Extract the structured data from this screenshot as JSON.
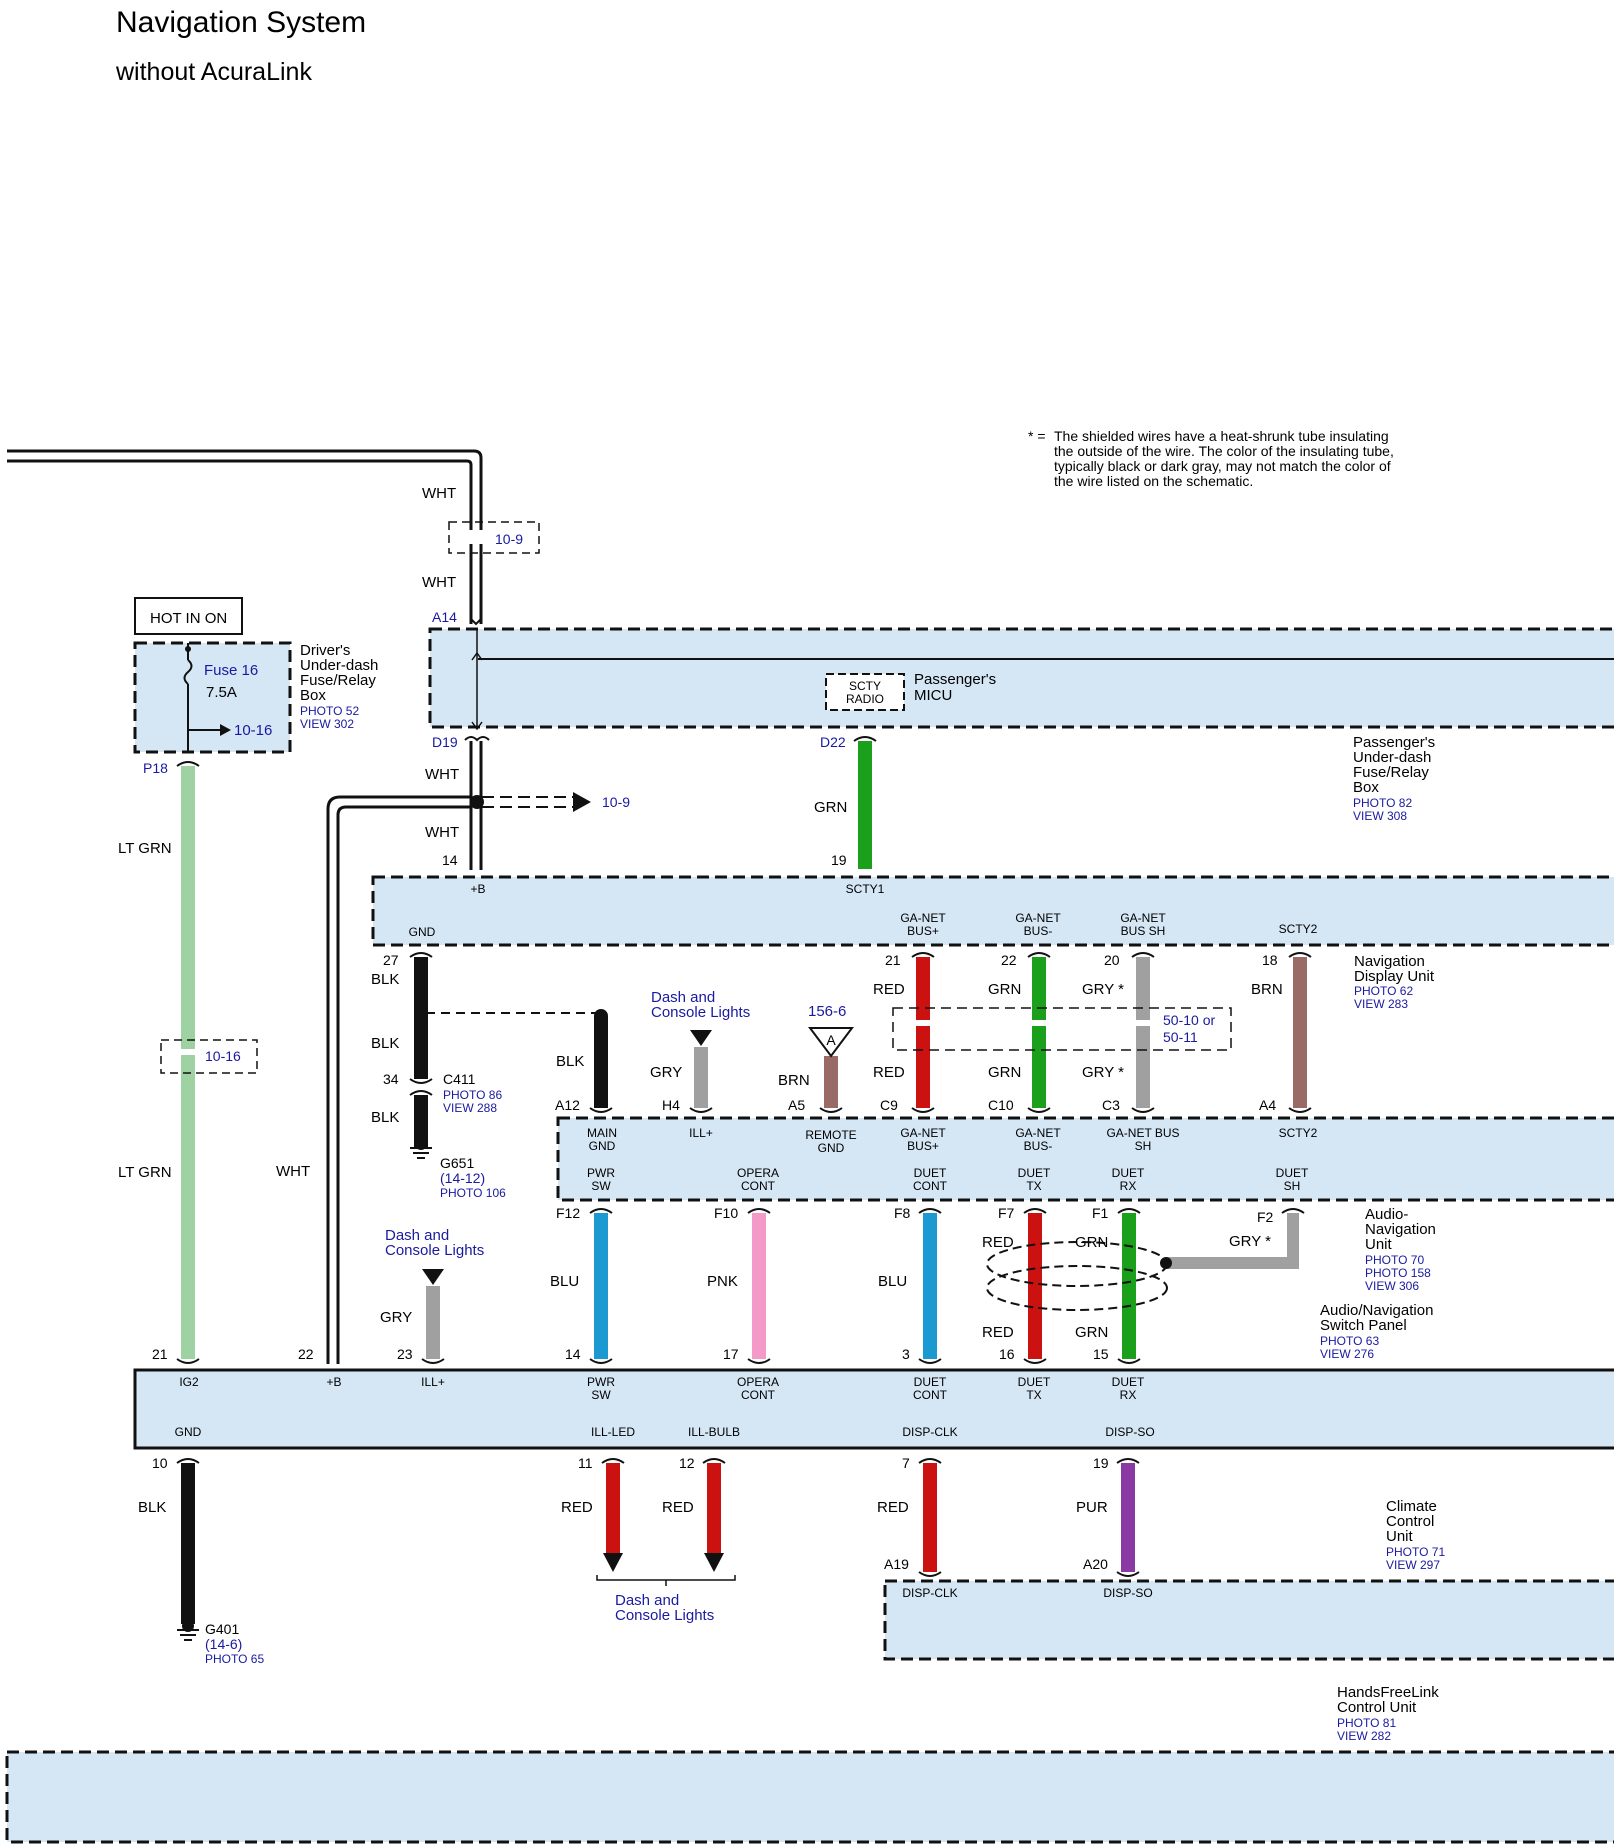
{
  "header": {
    "title": "Navigation System",
    "subtitle": "without AcuraLink"
  },
  "note": {
    "mark": "* =",
    "lines": [
      "The shielded wires have a heat-shrunk tube insulating",
      "the outside of the wire. The color of the insulating tube,",
      "typically black or dark gray, may not match the color of",
      "the wire listed on the schematic."
    ]
  },
  "colors": {
    "component_fill": "#d5e6f5",
    "link_text": "#1a1aa0",
    "lt_grn": "#9fd2a3",
    "grn": "#1aa01a",
    "red": "#cc1111",
    "gry": "#a0a0a0",
    "brn": "#9a6a66",
    "blu": "#1a9ad0",
    "pnk": "#f49ac8",
    "pur": "#8a3aa2",
    "blk": "#111111"
  },
  "labels": {
    "hot_in_on": "HOT IN ON",
    "fuse_name": "Fuse 16",
    "fuse_rating": "7.5A",
    "fuse_ref": "10-16",
    "fuse_box": [
      "Driver's",
      "Under-dash",
      "Fuse/Relay",
      "Box"
    ],
    "fuse_box_refs": [
      "PHOTO 52",
      "VIEW 302"
    ],
    "pass_box": [
      "Passenger's",
      "Under-dash",
      "Fuse/Relay",
      "Box"
    ],
    "pass_box_refs": [
      "PHOTO 82",
      "VIEW 308"
    ],
    "micu": [
      "Passenger's",
      "MICU"
    ],
    "scty_radio": [
      "SCTY",
      "RADIO"
    ],
    "nav_display": [
      "Navigation",
      "Display Unit"
    ],
    "nav_display_refs": [
      "PHOTO 62",
      "VIEW 283"
    ],
    "audio_nav": [
      "Audio-",
      "Navigation",
      "Unit"
    ],
    "audio_nav_refs": [
      "PHOTO 70",
      "PHOTO 158",
      "VIEW 306"
    ],
    "switch_panel": [
      "Audio/Navigation",
      "Switch Panel"
    ],
    "switch_panel_refs": [
      "PHOTO 63",
      "VIEW 276"
    ],
    "climate": [
      "Climate",
      "Control",
      "Unit"
    ],
    "climate_refs": [
      "PHOTO 71",
      "VIEW 297"
    ],
    "hfl": [
      "HandsFreeLink",
      "Control Unit"
    ],
    "hfl_refs": [
      "PHOTO 81",
      "VIEW 282"
    ],
    "dash_lights": [
      "Dash and",
      "Console Lights"
    ],
    "ref_10_9": "10-9",
    "ref_10_16": "10-16",
    "ref_50": [
      "50-10 or",
      "50-11"
    ],
    "ref_156_6": "156-6",
    "marker_a": "A",
    "c411": "C411",
    "c411_refs": [
      "PHOTO 86",
      "VIEW 288"
    ],
    "g651": "G651",
    "g651_refs": [
      "(14-12)",
      "PHOTO 106"
    ],
    "g401": "G401",
    "g401_refs": [
      "(14-6)",
      "PHOTO 65"
    ]
  },
  "wires": {
    "wht": "WHT",
    "lt_grn": "LT GRN",
    "grn": "GRN",
    "blk": "BLK",
    "gry": "GRY",
    "gry_s": "GRY *",
    "brn": "BRN",
    "red": "RED",
    "blu": "BLU",
    "pnk": "PNK",
    "pur": "PUR"
  },
  "pins": {
    "a14": "A14",
    "d19": "D19",
    "d22": "D22",
    "p18": "P18",
    "n14": "14",
    "n19": "19",
    "n27": "27",
    "n34": "34",
    "n21": "21",
    "n22": "22",
    "n20": "20",
    "n18": "18",
    "a12": "A12",
    "h4": "H4",
    "a5": "A5",
    "c9": "C9",
    "c10": "C10",
    "c3": "C3",
    "a4": "A4",
    "f12": "F12",
    "f10": "F10",
    "f8": "F8",
    "f7": "F7",
    "f1": "F1",
    "f2": "F2",
    "s21": "21",
    "s22": "22",
    "s23": "23",
    "s14": "14",
    "s17": "17",
    "s3": "3",
    "s16": "16",
    "s15": "15",
    "s10": "10",
    "s11": "11",
    "s12": "12",
    "s7": "7",
    "s19": "19",
    "a19": "A19",
    "a20": "A20"
  },
  "terms": {
    "plus_b": "+B",
    "scty1": "SCTY1",
    "gnd": "GND",
    "ga_net_bus_plus": [
      "GA-NET",
      "BUS+"
    ],
    "ga_net_bus_minus": [
      "GA-NET",
      "BUS-"
    ],
    "ga_net_bus_sh": [
      "GA-NET",
      "BUS SH"
    ],
    "scty2": "SCTY2",
    "main_gnd": [
      "MAIN",
      "GND"
    ],
    "ill_plus": "ILL+",
    "remote_gnd": [
      "REMOTE",
      "GND"
    ],
    "ga_net_bus_sh2": [
      "GA-NET BUS",
      "SH"
    ],
    "pwr_sw": [
      "PWR",
      "SW"
    ],
    "opera_cont": [
      "OPERA",
      "CONT"
    ],
    "duet_cont": [
      "DUET",
      "CONT"
    ],
    "duet_tx": [
      "DUET",
      "TX"
    ],
    "duet_rx": [
      "DUET",
      "RX"
    ],
    "duet_sh": [
      "DUET",
      "SH"
    ],
    "ig2": "IG2",
    "ill_led": "ILL-LED",
    "ill_bulb": "ILL-BULB",
    "disp_clk": "DISP-CLK",
    "disp_so": "DISP-SO"
  }
}
